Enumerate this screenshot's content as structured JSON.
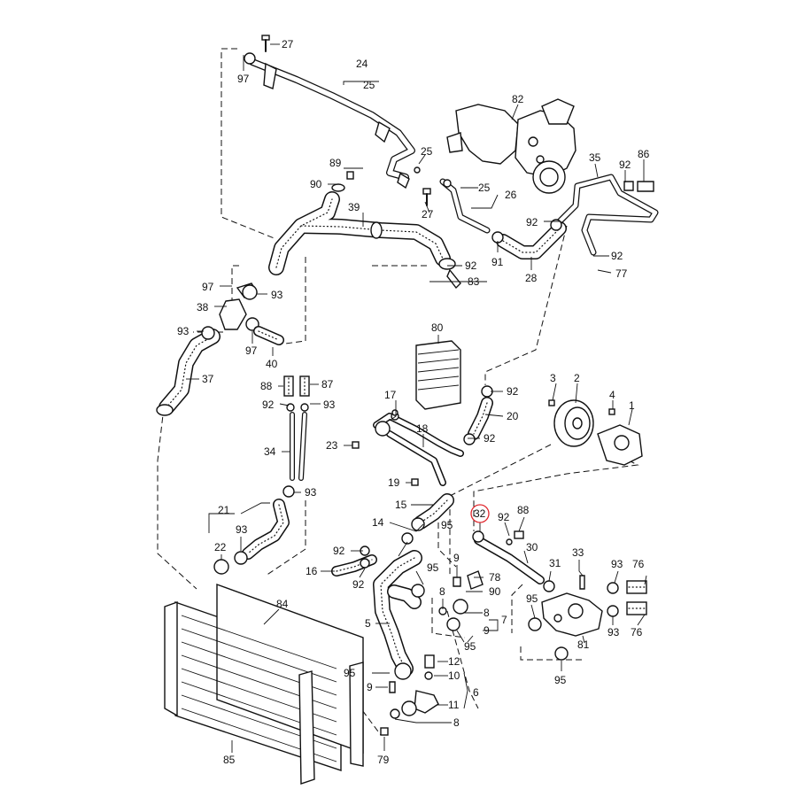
{
  "highlight_color": "#e0262c",
  "line_color": "#111111",
  "callouts": [
    {
      "id": "c27a",
      "text": "27"
    },
    {
      "id": "c97a",
      "text": "97"
    },
    {
      "id": "c24",
      "text": "24"
    },
    {
      "id": "c25a",
      "text": "25"
    },
    {
      "id": "c82",
      "text": "82"
    },
    {
      "id": "c25b",
      "text": "25"
    },
    {
      "id": "c89",
      "text": "89"
    },
    {
      "id": "c90a",
      "text": "90"
    },
    {
      "id": "c25c",
      "text": "25"
    },
    {
      "id": "c26",
      "text": "26"
    },
    {
      "id": "c27b",
      "text": "27"
    },
    {
      "id": "c35",
      "text": "35"
    },
    {
      "id": "c92a",
      "text": "92"
    },
    {
      "id": "c86",
      "text": "86"
    },
    {
      "id": "c92b",
      "text": "92"
    },
    {
      "id": "c39",
      "text": "39"
    },
    {
      "id": "c92c",
      "text": "92"
    },
    {
      "id": "c83",
      "text": "83"
    },
    {
      "id": "c91",
      "text": "91"
    },
    {
      "id": "c28",
      "text": "28"
    },
    {
      "id": "c92d",
      "text": "92"
    },
    {
      "id": "c77",
      "text": "77"
    },
    {
      "id": "c97b",
      "text": "97"
    },
    {
      "id": "c93a",
      "text": "93"
    },
    {
      "id": "c38",
      "text": "38"
    },
    {
      "id": "c93b",
      "text": "93"
    },
    {
      "id": "c97c",
      "text": "97"
    },
    {
      "id": "c40",
      "text": "40"
    },
    {
      "id": "c37",
      "text": "37"
    },
    {
      "id": "c80",
      "text": "80"
    },
    {
      "id": "c88a",
      "text": "88"
    },
    {
      "id": "c87",
      "text": "87"
    },
    {
      "id": "c92e",
      "text": "92"
    },
    {
      "id": "c93c",
      "text": "93"
    },
    {
      "id": "c17",
      "text": "17"
    },
    {
      "id": "c92f",
      "text": "92"
    },
    {
      "id": "c20",
      "text": "20"
    },
    {
      "id": "c3",
      "text": "3"
    },
    {
      "id": "c2",
      "text": "2"
    },
    {
      "id": "c4",
      "text": "4"
    },
    {
      "id": "c1",
      "text": "1"
    },
    {
      "id": "c18",
      "text": "18"
    },
    {
      "id": "c23",
      "text": "23"
    },
    {
      "id": "c92g",
      "text": "92"
    },
    {
      "id": "c34",
      "text": "34"
    },
    {
      "id": "c19",
      "text": "19"
    },
    {
      "id": "c93d",
      "text": "93"
    },
    {
      "id": "c15",
      "text": "15"
    },
    {
      "id": "c21",
      "text": "21"
    },
    {
      "id": "c32",
      "text": "32"
    },
    {
      "id": "c92h",
      "text": "92"
    },
    {
      "id": "c88b",
      "text": "88"
    },
    {
      "id": "c14",
      "text": "14"
    },
    {
      "id": "c95a",
      "text": "95"
    },
    {
      "id": "c93e",
      "text": "93"
    },
    {
      "id": "c22",
      "text": "22"
    },
    {
      "id": "c30",
      "text": "30"
    },
    {
      "id": "c92i",
      "text": "92"
    },
    {
      "id": "c16",
      "text": "16"
    },
    {
      "id": "c92j",
      "text": "92"
    },
    {
      "id": "c95b",
      "text": "95"
    },
    {
      "id": "c9a",
      "text": "9"
    },
    {
      "id": "c78",
      "text": "78"
    },
    {
      "id": "c31",
      "text": "31"
    },
    {
      "id": "c33",
      "text": "33"
    },
    {
      "id": "c93f",
      "text": "93"
    },
    {
      "id": "c76a",
      "text": "76"
    },
    {
      "id": "c90b",
      "text": "90"
    },
    {
      "id": "c8a",
      "text": "8"
    },
    {
      "id": "c84",
      "text": "84"
    },
    {
      "id": "c95c",
      "text": "95"
    },
    {
      "id": "c8b",
      "text": "8"
    },
    {
      "id": "c7",
      "text": "7"
    },
    {
      "id": "c9b",
      "text": "9"
    },
    {
      "id": "c95d",
      "text": "95"
    },
    {
      "id": "c93g",
      "text": "93"
    },
    {
      "id": "c76b",
      "text": "76"
    },
    {
      "id": "c5",
      "text": "5"
    },
    {
      "id": "c81",
      "text": "81"
    },
    {
      "id": "c95e",
      "text": "95"
    },
    {
      "id": "c12",
      "text": "12"
    },
    {
      "id": "c10",
      "text": "10"
    },
    {
      "id": "c95f",
      "text": "95"
    },
    {
      "id": "c9c",
      "text": "9"
    },
    {
      "id": "c6",
      "text": "6"
    },
    {
      "id": "c11",
      "text": "11"
    },
    {
      "id": "c8c",
      "text": "8"
    },
    {
      "id": "c85",
      "text": "85"
    },
    {
      "id": "c79",
      "text": "79"
    }
  ]
}
